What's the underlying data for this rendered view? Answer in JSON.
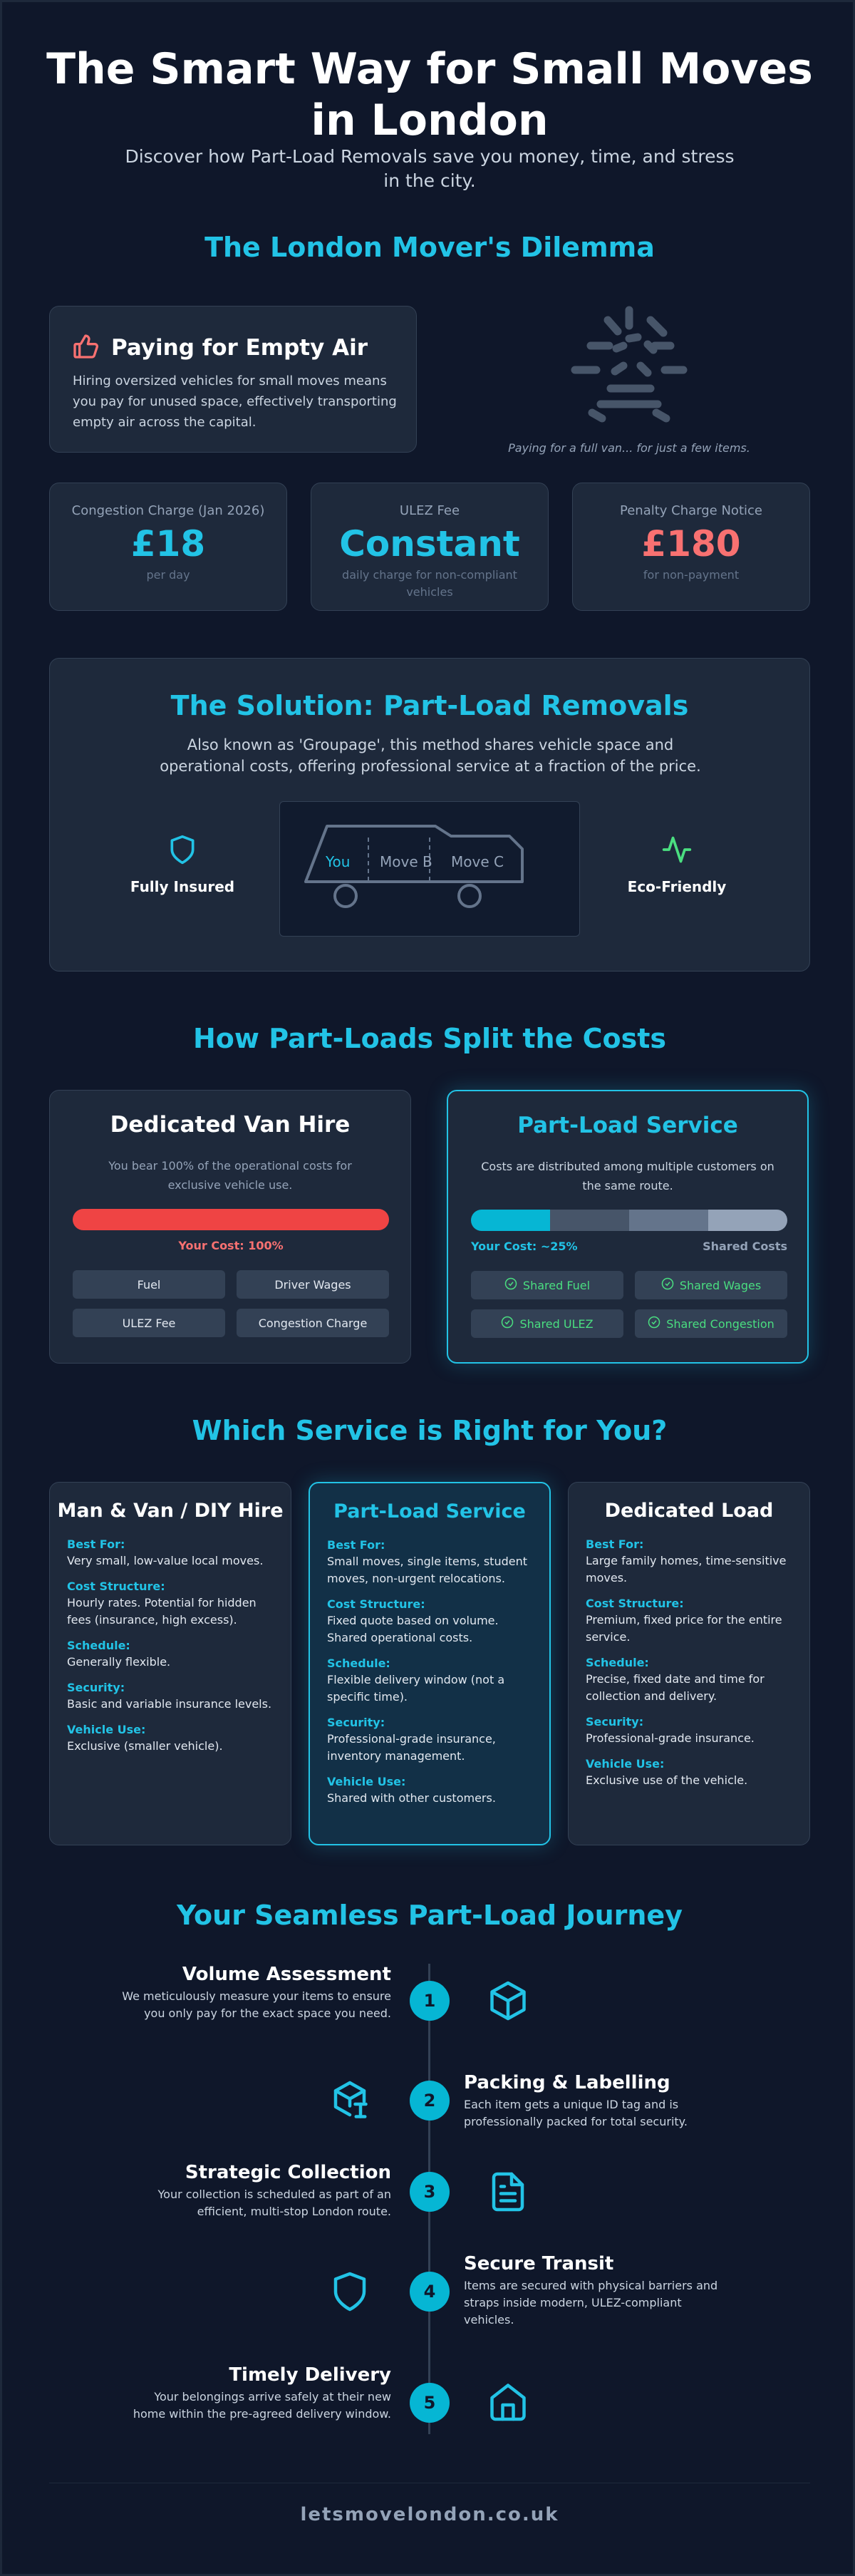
{
  "header": {
    "title_line1": "The Smart Way for Small Moves",
    "title_line2": "in London",
    "subtitle": "Discover how Part-Load Removals save you money, time, and stress in the city."
  },
  "dilemma": {
    "section_title": "The London Mover's Dilemma",
    "card_title": "Paying for Empty Air",
    "card_text": "Hiring oversized vehicles for small moves means you pay for unused space, effectively transporting empty air across the capital.",
    "caption": "Paying for a full van... for just a few items.",
    "stats": [
      {
        "label": "Congestion Charge (Jan 2026)",
        "value": "£18",
        "note": "per day",
        "color": "#22c3e6"
      },
      {
        "label": "ULEZ Fee",
        "value": "Constant",
        "note": "daily charge for non-compliant vehicles",
        "color": "#22c3e6"
      },
      {
        "label": "Penalty Charge Notice",
        "value": "£180",
        "note": "for non-payment",
        "color": "#f87171"
      }
    ]
  },
  "solution": {
    "title": "The Solution: Part-Load Removals",
    "text": "Also known as 'Groupage', this method shares vehicle space and operational costs, offering professional service at a fraction of the price.",
    "feature_left": "Fully Insured",
    "feature_right": "Eco-Friendly",
    "van_sections": [
      "You",
      "Move B",
      "Move C"
    ]
  },
  "split": {
    "section_title": "How Part-Loads Split the Costs",
    "dedicated": {
      "title": "Dedicated Van Hire",
      "text": "You bear 100% of the operational costs for exclusive vehicle use.",
      "cost_label": "Your Cost: 100%",
      "bar_share": 1.0,
      "chips": [
        "Fuel",
        "Driver Wages",
        "ULEZ Fee",
        "Congestion Charge"
      ]
    },
    "partload": {
      "title": "Part-Load Service",
      "text": "Costs are distributed among multiple customers on the same route.",
      "cost_label": "Your Cost: ~25%",
      "shared_label": "Shared Costs",
      "bar_share": 0.25,
      "chips": [
        "Shared Fuel",
        "Shared Wages",
        "Shared ULEZ",
        "Shared Congestion"
      ]
    }
  },
  "compare": {
    "section_title": "Which Service is Right for You?",
    "columns": [
      {
        "title": "Man & Van / DIY Hire",
        "rows": [
          {
            "k": "Best For:",
            "v": "Very small, low-value local moves."
          },
          {
            "k": "Cost Structure:",
            "v": "Hourly rates. Potential for hidden fees (insurance, high excess)."
          },
          {
            "k": "Schedule:",
            "v": "Generally flexible."
          },
          {
            "k": "Security:",
            "v": "Basic and variable insurance levels."
          },
          {
            "k": "Vehicle Use:",
            "v": "Exclusive (smaller vehicle)."
          }
        ]
      },
      {
        "title": "Part-Load Service",
        "rows": [
          {
            "k": "Best For:",
            "v": "Small moves, single items, student moves, non-urgent relocations."
          },
          {
            "k": "Cost Structure:",
            "v": "Fixed quote based on volume. Shared operational costs."
          },
          {
            "k": "Schedule:",
            "v": "Flexible delivery window (not a specific time)."
          },
          {
            "k": "Security:",
            "v": "Professional-grade insurance, inventory management."
          },
          {
            "k": "Vehicle Use:",
            "v": "Shared with other customers."
          }
        ]
      },
      {
        "title": "Dedicated Load",
        "rows": [
          {
            "k": "Best For:",
            "v": "Large family homes, time-sensitive moves."
          },
          {
            "k": "Cost Structure:",
            "v": "Premium, fixed price for the entire service."
          },
          {
            "k": "Schedule:",
            "v": "Precise, fixed date and time for collection and delivery."
          },
          {
            "k": "Security:",
            "v": "Professional-grade insurance."
          },
          {
            "k": "Vehicle Use:",
            "v": "Exclusive use of the vehicle."
          }
        ]
      }
    ]
  },
  "journey": {
    "section_title": "Your Seamless Part-Load Journey",
    "steps": [
      {
        "num": "1",
        "title": "Volume Assessment",
        "text": "We meticulously measure your items to ensure you only pay for the exact space you need.",
        "icon": "cube-icon"
      },
      {
        "num": "2",
        "title": "Packing & Labelling",
        "text": "Each item gets a unique ID tag and is professionally packed for total security.",
        "icon": "package-icon"
      },
      {
        "num": "3",
        "title": "Strategic Collection",
        "text": "Your collection is scheduled as part of an efficient, multi-stop London route.",
        "icon": "document-icon"
      },
      {
        "num": "4",
        "title": "Secure Transit",
        "text": "Items are secured with physical barriers and straps inside modern, ULEZ-compliant vehicles.",
        "icon": "shield-icon"
      },
      {
        "num": "5",
        "title": "Timely Delivery",
        "text": "Your belongings arrive safely at their new home within the pre-agreed delivery window.",
        "icon": "home-icon"
      }
    ]
  },
  "footer": {
    "site": "letsmovelondon.co.uk"
  },
  "colors": {
    "accent": "#22c3e6",
    "danger": "#ef4444",
    "success": "#4ade80",
    "background": "#0f172a",
    "card": "#1e293b"
  }
}
